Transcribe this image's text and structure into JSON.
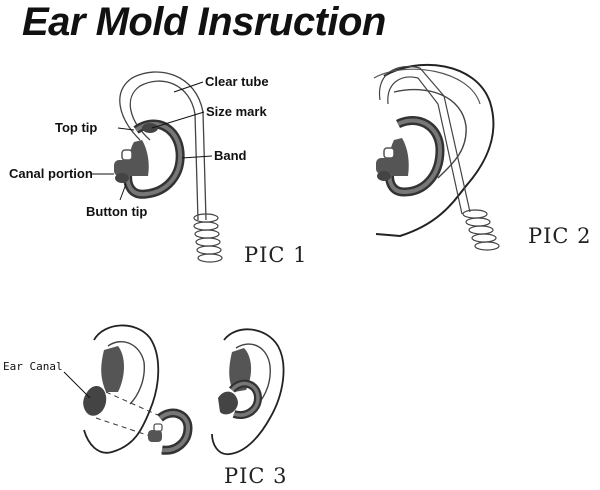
{
  "title": "Ear Mold Insruction",
  "pic1": {
    "caption": "PIC 1",
    "labels": {
      "clear_tube": "Clear tube",
      "size_mark": "Size mark",
      "top_tip": "Top tip",
      "band": "Band",
      "canal_portion": "Canal portion",
      "button_tip": "Button tip"
    }
  },
  "pic2": {
    "caption": "PIC 2"
  },
  "pic3": {
    "caption": "PIC 3",
    "label_ear_canal": "Ear Canal"
  }
}
